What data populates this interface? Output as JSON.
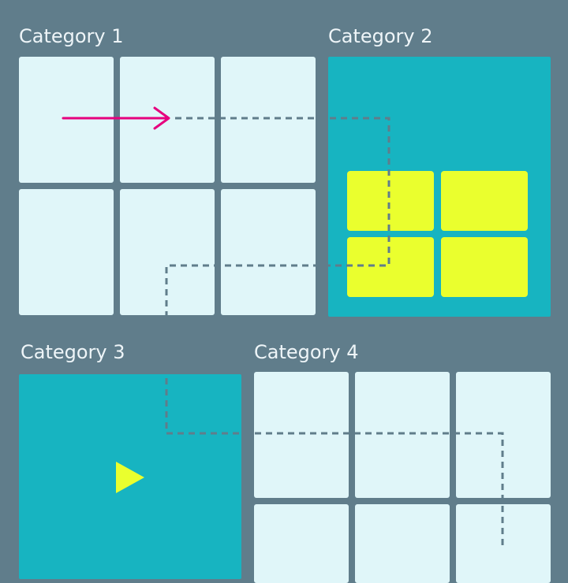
{
  "categories": [
    {
      "label": "Category 1"
    },
    {
      "label": "Category 2"
    },
    {
      "label": "Category 3"
    },
    {
      "label": "Category 4"
    }
  ],
  "colors": {
    "background": "#607d8b",
    "tile": "#e0f6f9",
    "panel": "#17b4c1",
    "accent_yellow": "#eaff2e",
    "arrow": "#e6007e",
    "path": "#607d8b"
  },
  "icons": {
    "play": "play-icon",
    "arrow": "arrow-right-icon"
  }
}
